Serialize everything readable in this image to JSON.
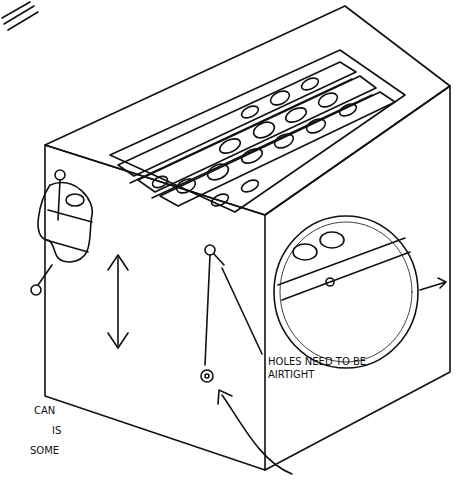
{
  "diagram": {
    "labels": [
      "HOLES NEED TO BE AIRTIGHT",
      "CAN",
      "IS",
      "SOME"
    ]
  }
}
